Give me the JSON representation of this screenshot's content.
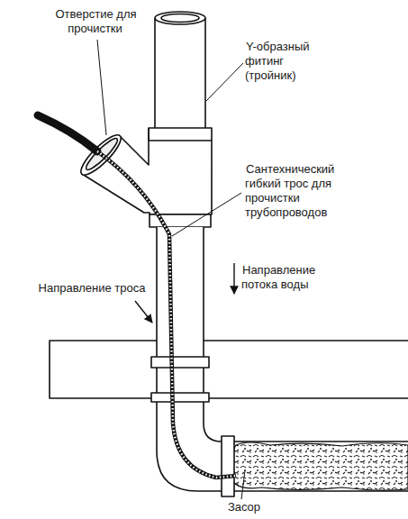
{
  "diagram": {
    "labels": [
      "Отверстие для прочистки",
      "Y-образный фитинг (тройник)",
      "Сантехнический гибкий трос для прочистки трубопроводов",
      "Направление троса",
      "Направление потока воды",
      "Засор"
    ]
  }
}
